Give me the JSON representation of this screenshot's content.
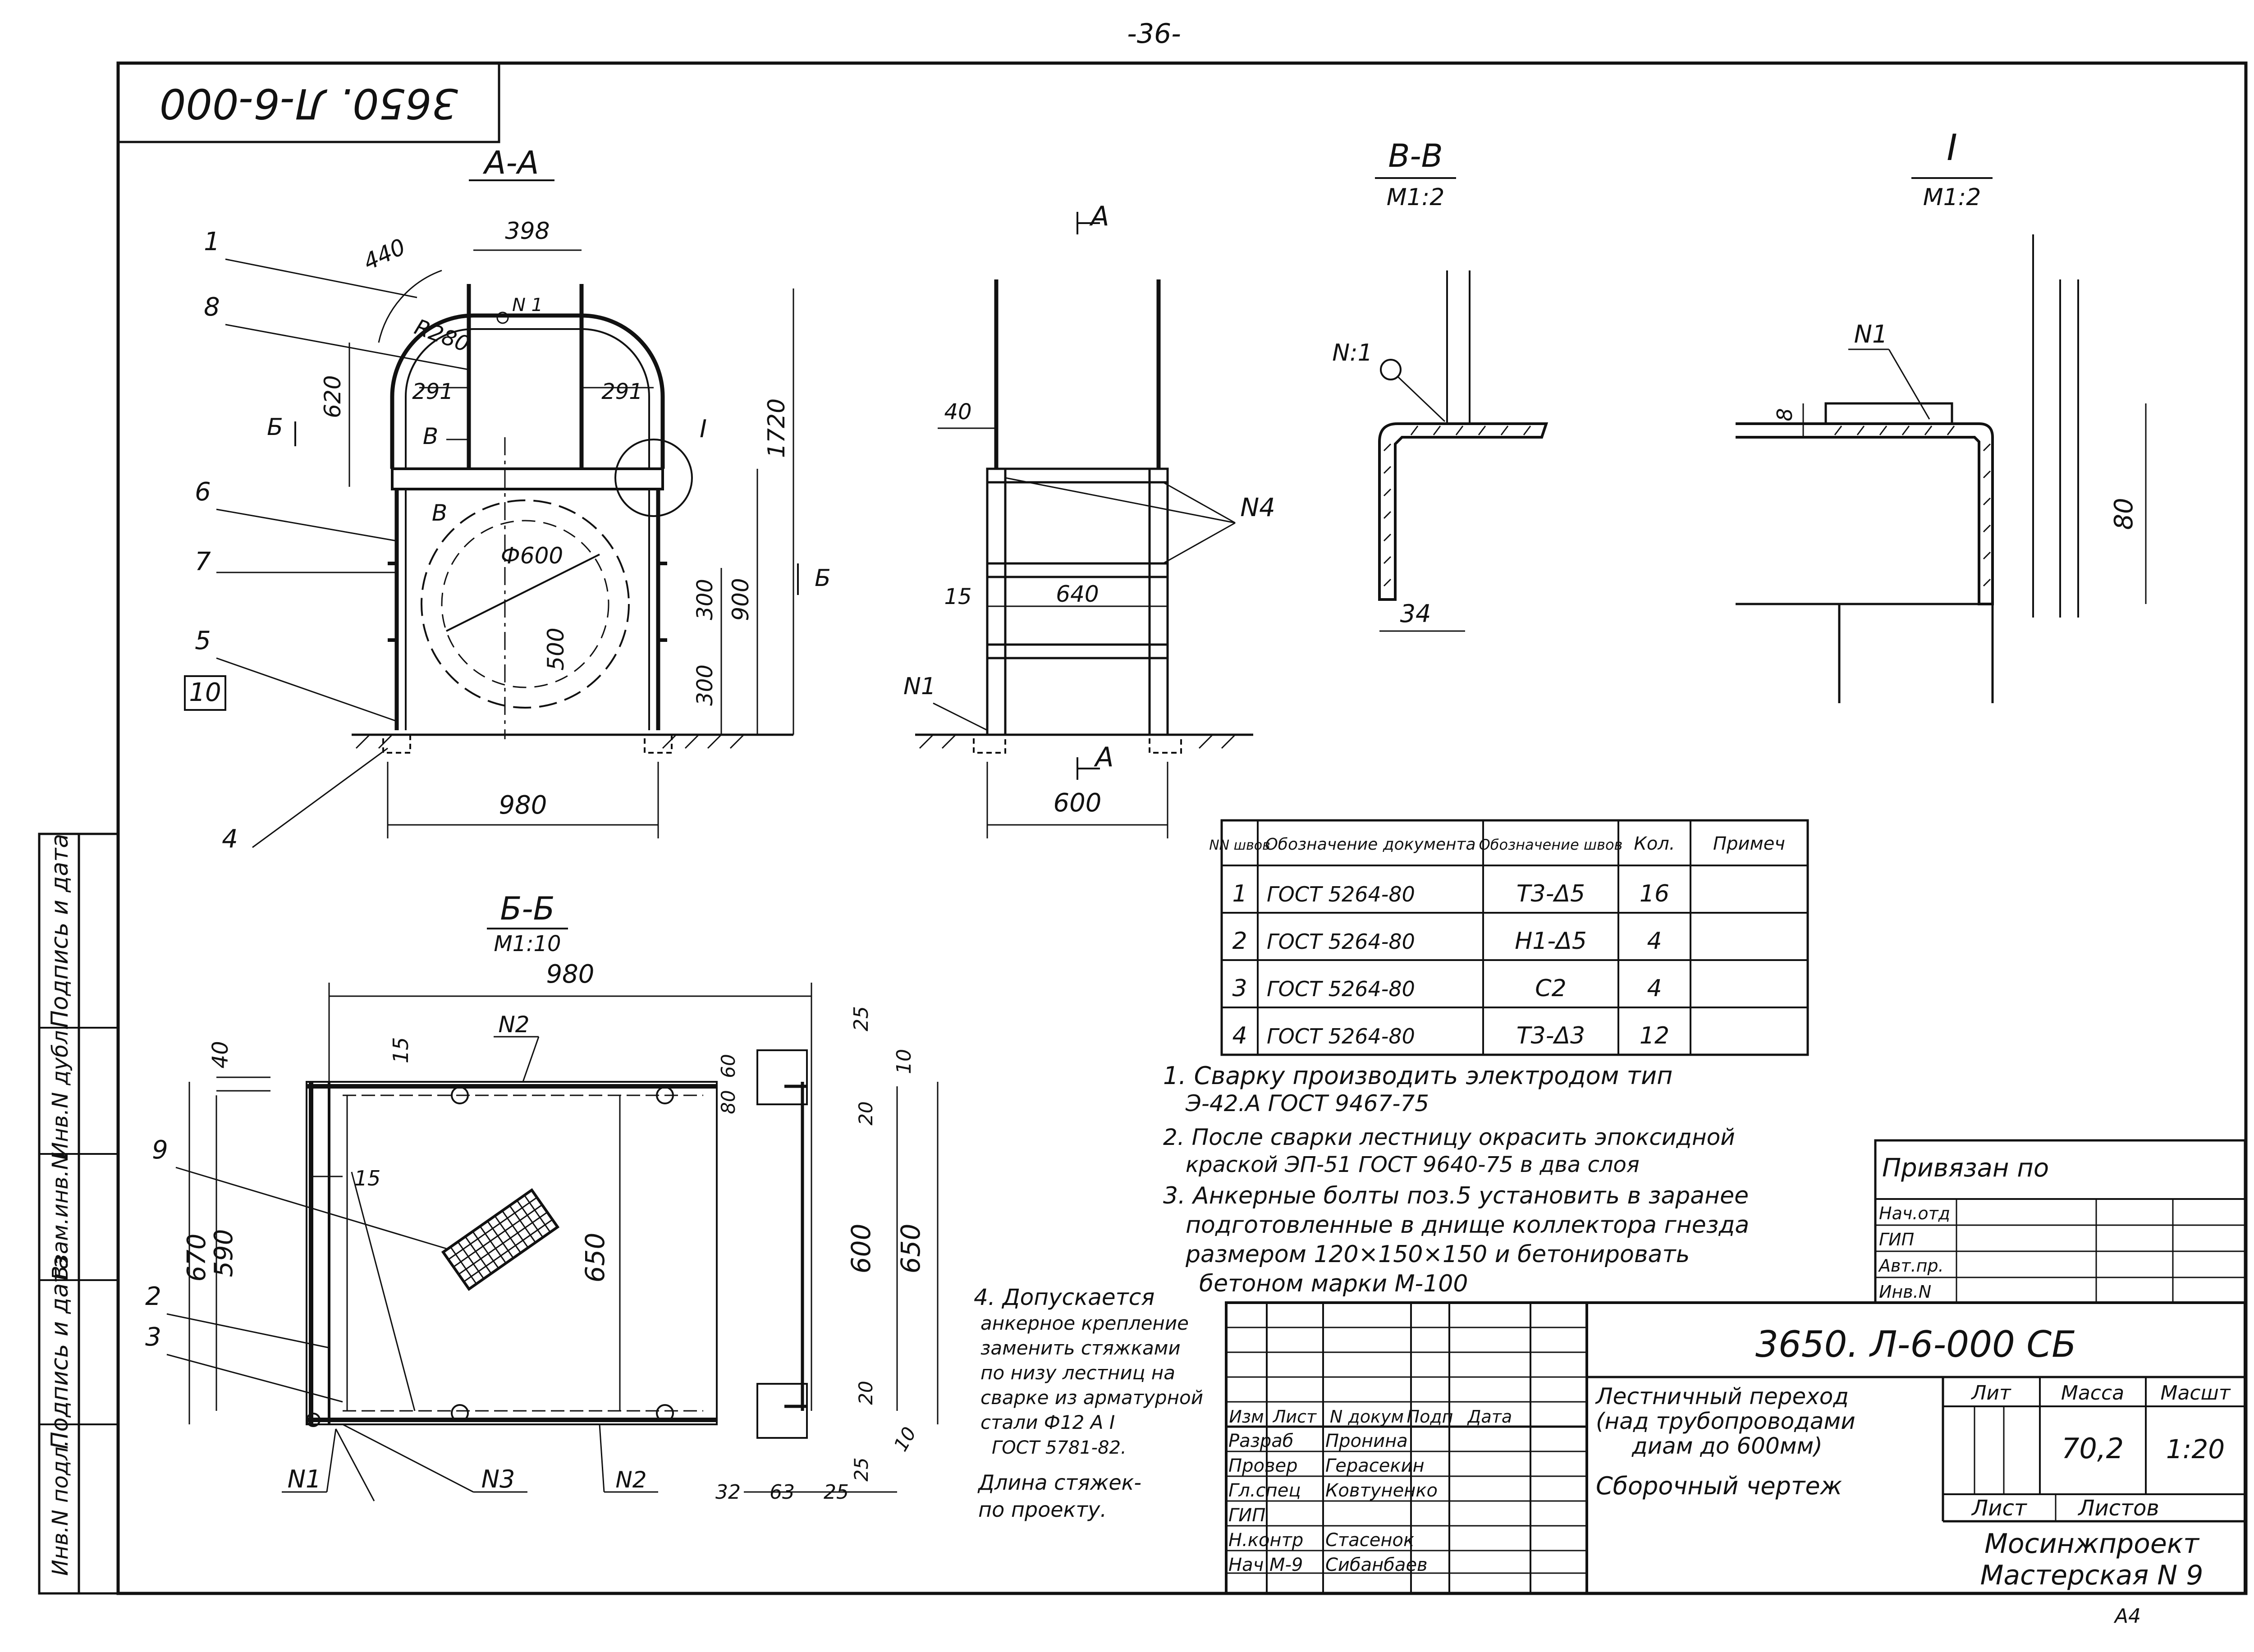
{
  "page_number": "-36-",
  "designation_stamp": "3650. Л-6-000",
  "views": {
    "aa": {
      "title": "А-А",
      "dims": {
        "top_width": "398",
        "arc": "440",
        "radius": "R280",
        "left_height": "620",
        "left_step": "291",
        "right_step": "291",
        "total_height": "1720",
        "platform_height": "900",
        "mid_step_upper": "300",
        "mid_step_lower": "300",
        "diameter": "Ф600",
        "center_height": "500",
        "width": "980",
        "to_platform_right": "900"
      },
      "callouts": [
        "1",
        "8",
        "6",
        "7",
        "5",
        "10",
        "4"
      ],
      "section_marks": {
        "b_left": "Б",
        "b_right": "Б",
        "v_top": "В",
        "v_mid": "В",
        "detail": "I"
      },
      "weld_note": "N 1"
    },
    "side": {
      "section_a_top": "А",
      "section_a_bottom": "А",
      "dims": {
        "offset": "40",
        "stair_thickness": "15",
        "step_width": "640",
        "base_width": "600"
      },
      "weld_labels": {
        "n1": "N1",
        "n4": "N4"
      }
    },
    "vv": {
      "title": "В-В",
      "scale": "М1:2",
      "weld": "N:1",
      "dim": "34"
    },
    "detail_i": {
      "title": "I",
      "scale": "М1:2",
      "weld": "N1",
      "dim_thickness": "8",
      "dim_height": "80"
    },
    "bb": {
      "title": "Б-Б",
      "scale": "М1:10",
      "dims": {
        "width": "980",
        "left_offset": "40",
        "top_bar": "15",
        "left_bar": "15",
        "h670": "670",
        "h590": "590",
        "h650_mid": "650",
        "h600": "600",
        "h650_right": "650",
        "top_25": "25",
        "top_10": "10",
        "d60": "60",
        "d80": "80",
        "d20_top": "20",
        "d20_bottom": "20",
        "b32": "32",
        "b63": "63",
        "b25a": "25",
        "b25b": "25",
        "b10": "10"
      },
      "callouts": [
        "9",
        "2",
        "3"
      ],
      "weld_labels": {
        "n2_top": "N2",
        "n2_bottom": "N2",
        "n3": "N3",
        "n1": "N1"
      }
    }
  },
  "weld_table": {
    "headers": [
      "NN швов",
      "Обозначение документа",
      "Обозначение швов",
      "Кол.",
      "Примеч"
    ],
    "rows": [
      [
        "1",
        "ГОСТ 5264-80",
        "Т3-Δ5",
        "16",
        ""
      ],
      [
        "2",
        "ГОСТ 5264-80",
        "Н1-Δ5",
        "4",
        ""
      ],
      [
        "3",
        "ГОСТ 5264-80",
        "С2",
        "4",
        ""
      ],
      [
        "4",
        "ГОСТ 5264-80",
        "Т3-Δ3",
        "12",
        ""
      ]
    ]
  },
  "notes": [
    "1. Сварку производить электродом тип",
    "Э-42.А ГОСТ 9467-75",
    "2. После сварки лестницу окрасить эпоксидной",
    "краской ЭП-51 ГОСТ 9640-75 в два слоя",
    "3. Анкерные болты поз.5 установить в заранее",
    "подготовленные в днище коллектора гнезда",
    "размером 120×150×150 и бетонировать",
    "бетоном марки М-100"
  ],
  "note4": [
    "4. Допускается",
    "анкерное крепление",
    "заменить стяжками",
    "по низу лестниц на",
    "сварке из арматурной",
    "стали Ф12 А I",
    "ГОСТ 5781-82.",
    "Длина стяжек-",
    "по проекту."
  ],
  "binding_block": {
    "title": "Привязан по",
    "rows": [
      "Нач.отд",
      "ГИП",
      "Авт.пр.",
      "Инв.N"
    ]
  },
  "left_margin_labels": [
    "Подпись и дата",
    "Инв.N дубл.",
    "Взам.инв.N",
    "Подпись и дата",
    "Инв.N подл."
  ],
  "title_block": {
    "designation": "3650. Л-6-000 СБ",
    "name_lines": [
      "Лестничный переход",
      "(над трубопроводами",
      "диам до 600мм)"
    ],
    "doc_type": "Сборочный чертеж",
    "col_headers": [
      "Изм",
      "Лист",
      "N докум",
      "Подп",
      "Дата"
    ],
    "roles": [
      "Разраб",
      "Провер",
      "Гл.спец",
      "ГИП",
      "Н.контр",
      "Нач М-9"
    ],
    "names": [
      "Пронина",
      "Герасекин",
      "Ковтуненко",
      "",
      "Стасенок",
      "Сибанбаев"
    ],
    "lit_label": "Лит",
    "mass_label": "Масса",
    "scale_label": "Масшт",
    "mass": "70,2",
    "scale": "1:20",
    "sheet_label": "Лист",
    "sheets_label": "Листов",
    "org": [
      "Мосинжпроект",
      "Мастерская N 9"
    ],
    "format": "А4"
  }
}
